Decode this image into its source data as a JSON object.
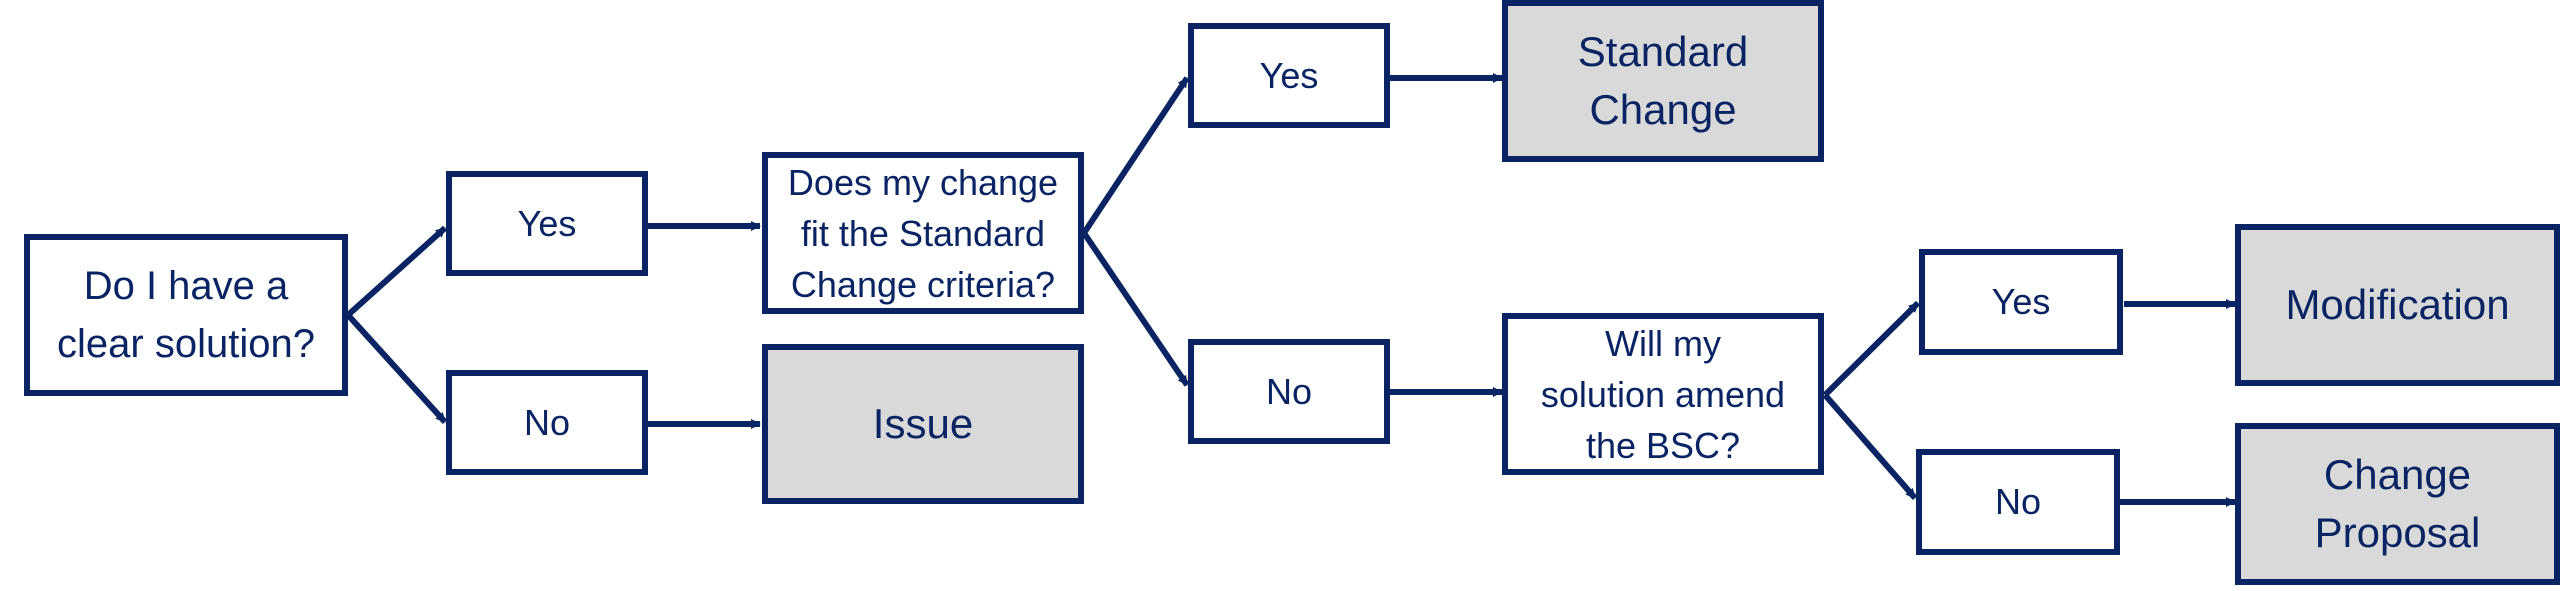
{
  "colors": {
    "stroke": "#0a2463",
    "text": "#0a2463",
    "outcome_fill": "#d9d9d9",
    "question_fill": "#ffffff"
  },
  "nodes": {
    "q_clear_solution": "Do I have a\nclear solution?",
    "yes_1": "Yes",
    "no_1": "No",
    "q_standard_change": "Does my change\nfit the Standard\nChange criteria?",
    "issue": "Issue",
    "yes_2": "Yes",
    "no_2": "No",
    "standard_change": "Standard\nChange",
    "q_amend_bsc": "Will my\nsolution amend\nthe BSC?",
    "yes_3": "Yes",
    "no_3": "No",
    "modification": "Modification",
    "change_proposal": "Change\nProposal"
  }
}
